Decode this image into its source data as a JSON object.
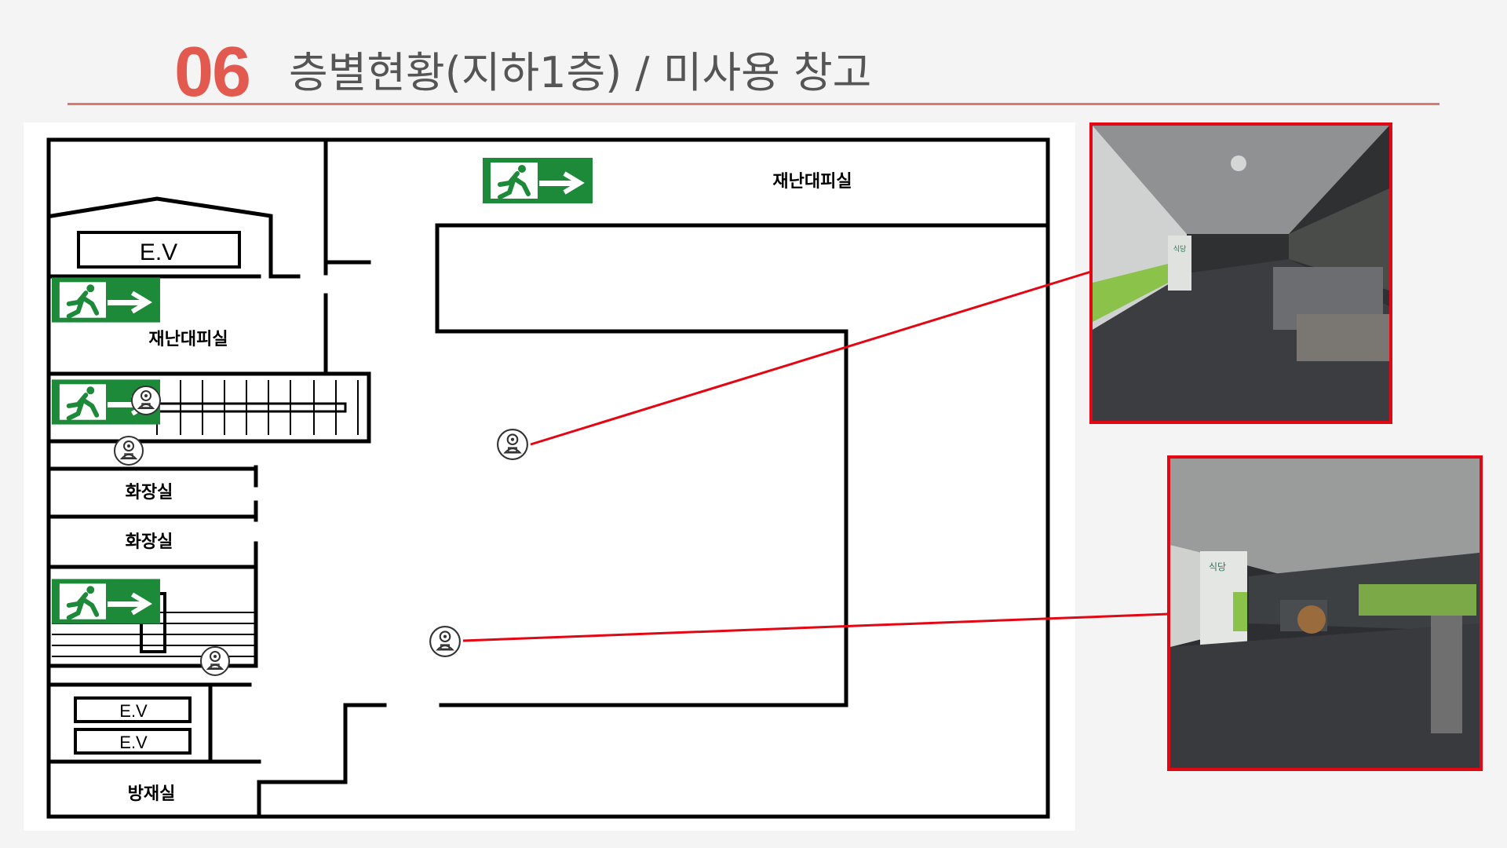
{
  "header": {
    "number": "06",
    "title": "층별현황(지하1층) / 미사용 창고"
  },
  "plan": {
    "labels": {
      "evacuation_room_top": "재난대피실",
      "evacuation_room_left": "재난대피실",
      "toilet_1": "화장실",
      "toilet_2": "화장실",
      "disaster_room": "방재실",
      "ev_upper": "E.V",
      "ev_lower_1": "E.V",
      "ev_lower_2": "E.V"
    }
  },
  "photos": {
    "top_sign": "식당",
    "bottom_sign": "식당"
  },
  "colors": {
    "accent": "#e25a4f",
    "callout": "#e30613",
    "exit_green": "#1d8a3a",
    "wall": "#000000"
  },
  "icons": [
    "exit-sign-icon",
    "cctv-camera-icon"
  ]
}
